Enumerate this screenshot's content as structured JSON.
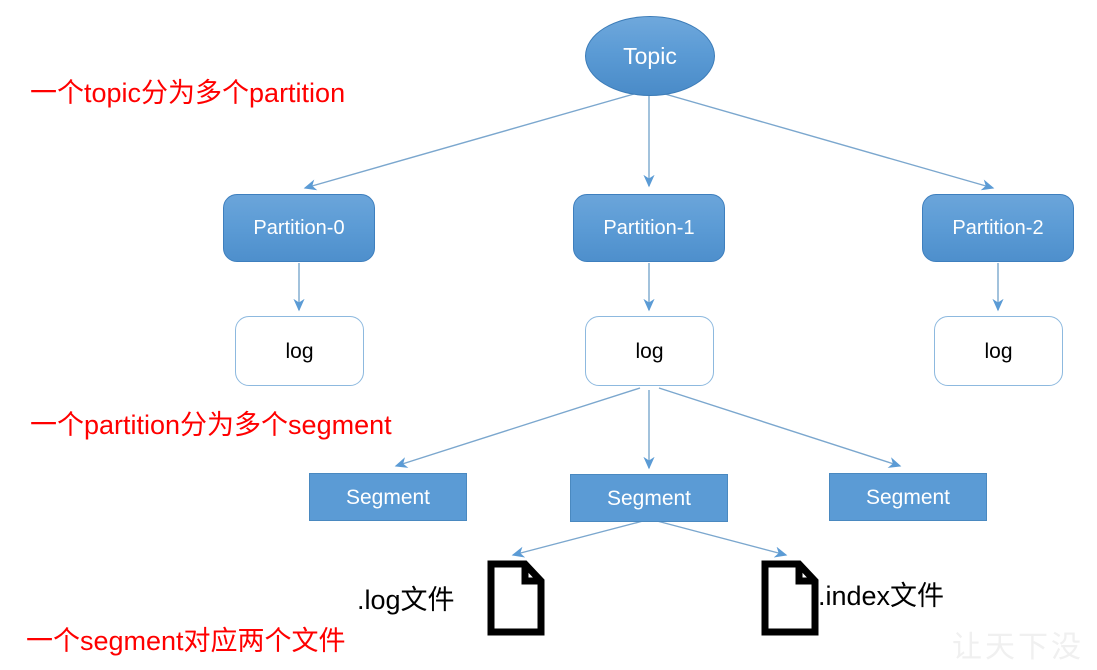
{
  "diagram": {
    "title": "Kafka Topic Partition Segment Structure",
    "colors": {
      "node_fill": "#5B9BD5",
      "node_border": "#3E7FBE",
      "edge": "#7BA7CE",
      "annotation": "#FF0000",
      "log_box_fill": "#FFFFFF",
      "log_box_border": "#8DB9DF",
      "file_icon": "#000000",
      "background": "#FFFFFF"
    },
    "topic": {
      "label": "Topic"
    },
    "partitions": [
      {
        "label": "Partition-0"
      },
      {
        "label": "Partition-1"
      },
      {
        "label": "Partition-2"
      }
    ],
    "logs": [
      {
        "label": "log"
      },
      {
        "label": "log"
      },
      {
        "label": "log"
      }
    ],
    "segments": [
      {
        "label": "Segment"
      },
      {
        "label": "Segment"
      },
      {
        "label": "Segment"
      }
    ],
    "files": [
      {
        "label": ".log文件",
        "icon": "document-icon"
      },
      {
        "label": ".index文件",
        "icon": "document-icon"
      }
    ],
    "annotations": [
      {
        "text": "一个topic分为多个partition"
      },
      {
        "text": "一个partition分为多个segment"
      },
      {
        "text": "一个segment对应两个文件"
      }
    ],
    "watermark": {
      "text": "让天下没"
    }
  }
}
